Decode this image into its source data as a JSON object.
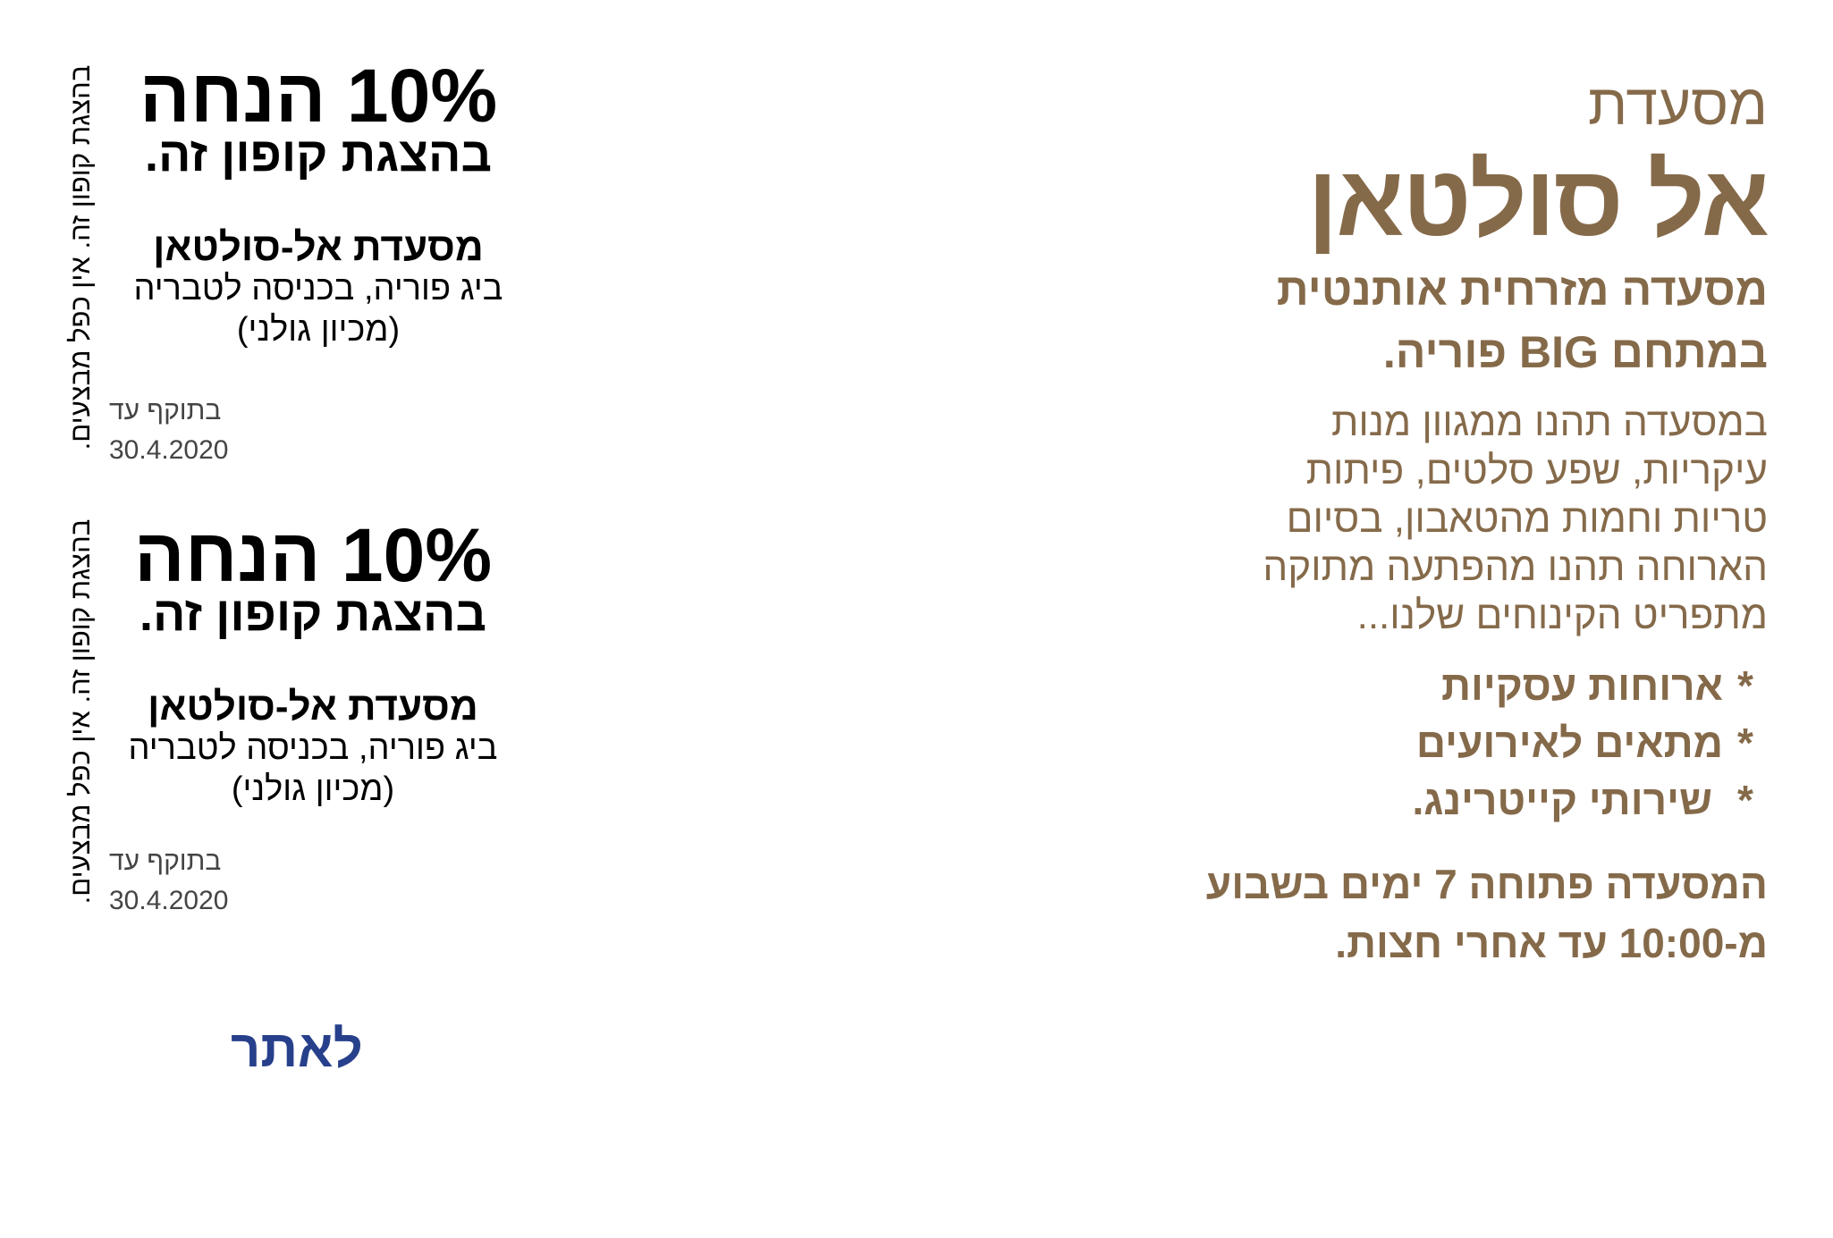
{
  "colors": {
    "brown": "#856a4a",
    "link": "#27408b"
  },
  "info": {
    "title_small": "מסעדת",
    "title_big": "אל סולטאן",
    "subtitle_lines": [
      "מסעדה מזרחית אותנטית",
      "במתחם BIG פוריה."
    ],
    "paragraph_lines": [
      "במסעדה תהנו ממגוון מנות",
      "עיקריות, שפע סלטים, פיתות",
      "טריות וחמות מהטאבון, בסיום",
      "הארוחה תהנו מהפתעה מתוקה",
      "מתפריט הקינוחים שלנו..."
    ],
    "bullets": [
      "ארוחות עסקיות",
      "מתאים לאירועים",
      "שירותי קייטרינג."
    ],
    "bullet_marker": "*",
    "hours_lines": [
      "המסעדה פתוחה 7 ימים בשבוע",
      "מ-10:00 עד אחרי חצות."
    ]
  },
  "coupons": [
    {
      "discount": "10% הנחה",
      "condition": "בהצגת קופון זה.",
      "name": "מסעדת אל-סולטאן",
      "address": "ביג פוריה, בכניסה לטבריה",
      "landmark": "(מכיון גולני)",
      "valid_label": "בתוקף עד",
      "valid_date": "30.4.2020",
      "side_note": "בהצגת קופון זה. אין כפל מבצעים."
    },
    {
      "discount": "10% הנחה",
      "condition": "בהצגת קופון זה.",
      "name": "מסעדת אל-סולטאן",
      "address": "ביג פוריה, בכניסה לטבריה",
      "landmark": "(מכיון גולני)",
      "valid_label": "בתוקף עד",
      "valid_date": "30.4.2020",
      "side_note": "בהצגת קופון זה. אין כפל מבצעים."
    }
  ],
  "site_link": "לאתר"
}
